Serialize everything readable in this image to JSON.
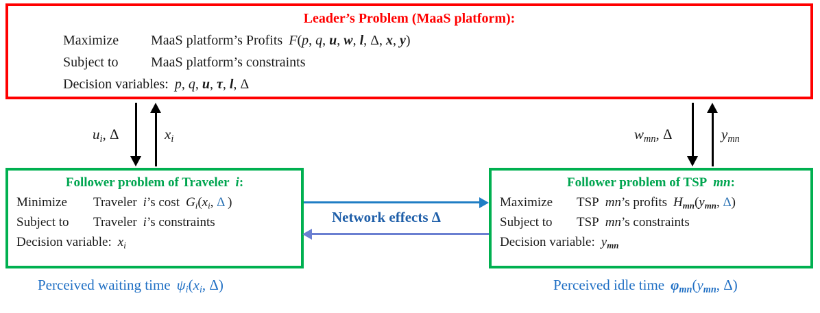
{
  "diagram": {
    "title": "Bilevel MaaS platform leader-follower structure",
    "colors": {
      "leader_border": "#ff0000",
      "leader_title": "#ff0000",
      "follower_border": "#00b050",
      "follower_title": "#00a550",
      "network_arrow_forward": "#1f7ec4",
      "network_arrow_backward": "#6a7fd1",
      "network_label": "#1f5fa9",
      "perceived_label": "#1f6fc4",
      "blue_delta": "#2e74b5",
      "body_text": "#1a1a1a"
    }
  },
  "leader": {
    "title": "Leader’s Problem (MaaS platform):",
    "lines": [
      {
        "label": "Maximize",
        "text": "MaaS platform’s Profits",
        "formula": "F(p, q, u, w, l, Δ, x, y)"
      },
      {
        "label": "Subject to",
        "text": "MaaS platform’s constraints",
        "formula": ""
      },
      {
        "label": "Decision variables:",
        "text": "",
        "formula": "p, q, u, τ, l, Δ"
      }
    ]
  },
  "traveler": {
    "title_prefix": "Follower problem of Traveler",
    "title_var": "i",
    "title_suffix": ":",
    "lines": [
      {
        "label": "Minimize",
        "text_a": "Traveler",
        "var": "i",
        "text_b": "’s cost",
        "func": "G",
        "func_sub": "i",
        "args": "(x",
        "arg_sub": "i",
        "args_tail": ", Δ )"
      },
      {
        "label": "Subject to",
        "text_a": "Traveler",
        "var": "i",
        "text_b": "’s constraints",
        "func": "",
        "func_sub": "",
        "args": "",
        "arg_sub": "",
        "args_tail": ""
      },
      {
        "label": "Decision variable:",
        "text_a": "",
        "var": "",
        "text_b": "",
        "func": "x",
        "func_sub": "i",
        "args": "",
        "arg_sub": "",
        "args_tail": ""
      }
    ],
    "caption": "Perceived waiting time",
    "caption_formula": "ψᵢ(xᵢ, Δ)"
  },
  "tsp": {
    "title_prefix": "Follower problem of TSP",
    "title_var": "mn",
    "title_suffix": ":",
    "lines": [
      {
        "label": "Maximize",
        "text_a": "TSP",
        "var": "mn",
        "text_b": "’s profits",
        "func": "H",
        "func_sub": "mn",
        "args": "(y",
        "arg_sub": "mn",
        "args_tail": ", Δ)"
      },
      {
        "label": "Subject to",
        "text_a": "TSP",
        "var": "mn",
        "text_b": "’s constraints",
        "func": "",
        "func_sub": "",
        "args": "",
        "arg_sub": "",
        "args_tail": ""
      },
      {
        "label": "Decision variable:",
        "text_a": "",
        "var": "",
        "text_b": "",
        "func": "y",
        "func_sub": "mn",
        "args": "",
        "arg_sub": "",
        "args_tail": ""
      }
    ],
    "caption": "Perceived idle time",
    "caption_formula": "ϕₘₙ(yₘₙ, Δ)"
  },
  "arrows": {
    "left_down_label": "u_i, Δ",
    "left_up_label": "x_i",
    "right_down_label": "w_mn, Δ",
    "right_up_label": "y_mn",
    "network_label": "Network effects  Δ"
  }
}
